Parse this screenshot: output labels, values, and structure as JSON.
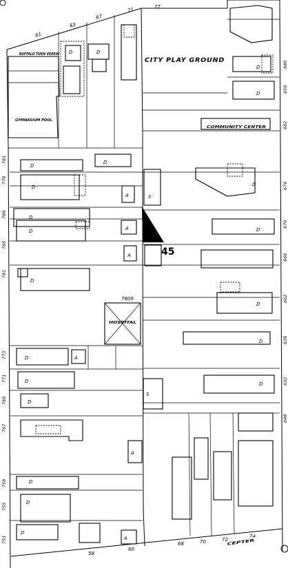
{
  "labels": {
    "turn_verein": "BUFFALO TURN VEREIN",
    "city_playground": "CITY PLAY GROUND",
    "gymnasium": "GYMNASIUM POOL",
    "community_center": "COMMUNITY CENTER",
    "hospital": "HOSPITAL",
    "block_number": "45",
    "street_bottom": "CEPTER",
    "rail_number": "7809"
  },
  "street_numbers_top": [
    "61",
    "63",
    "67",
    "71",
    "77"
  ],
  "street_numbers_bottom": [
    "58",
    "60",
    "68",
    "70",
    "72",
    "74"
  ],
  "street_numbers_left": [
    "781",
    "779",
    "789",
    "785",
    "781",
    "773",
    "771",
    "769",
    "767",
    "759",
    "755",
    "751"
  ],
  "street_numbers_right": [
    "680",
    "656",
    "682",
    "676",
    "670",
    "666",
    "662",
    "636",
    "632",
    "648"
  ],
  "building_codes": [
    "D",
    "D",
    "D",
    "D",
    "D",
    "D",
    "D",
    "D",
    "D",
    "D",
    "D",
    "D",
    "D",
    "D",
    "D",
    "D",
    "D",
    "D",
    "D",
    "D",
    "D",
    "A",
    "A",
    "A",
    "A",
    "A",
    "A",
    "S",
    "S"
  ]
}
